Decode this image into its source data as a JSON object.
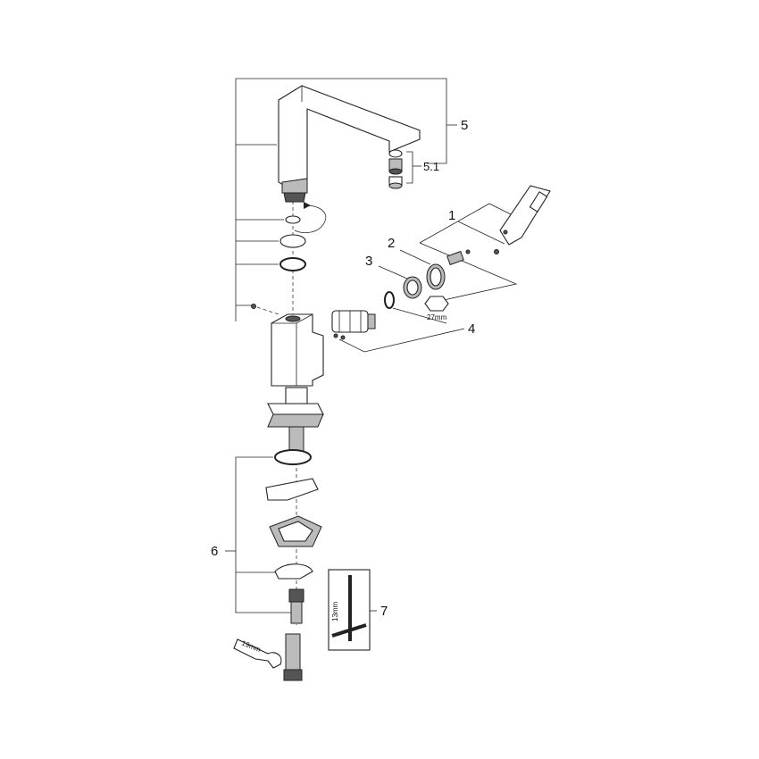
{
  "callouts": {
    "c1": "1",
    "c2": "2",
    "c3": "3",
    "c4": "4",
    "c5": "5",
    "c5_1": "5.1",
    "c6": "6",
    "c7": "7"
  },
  "dimensions": {
    "hex_27": "27mm",
    "wrench_19": "19mm",
    "key_13": "13mm"
  }
}
